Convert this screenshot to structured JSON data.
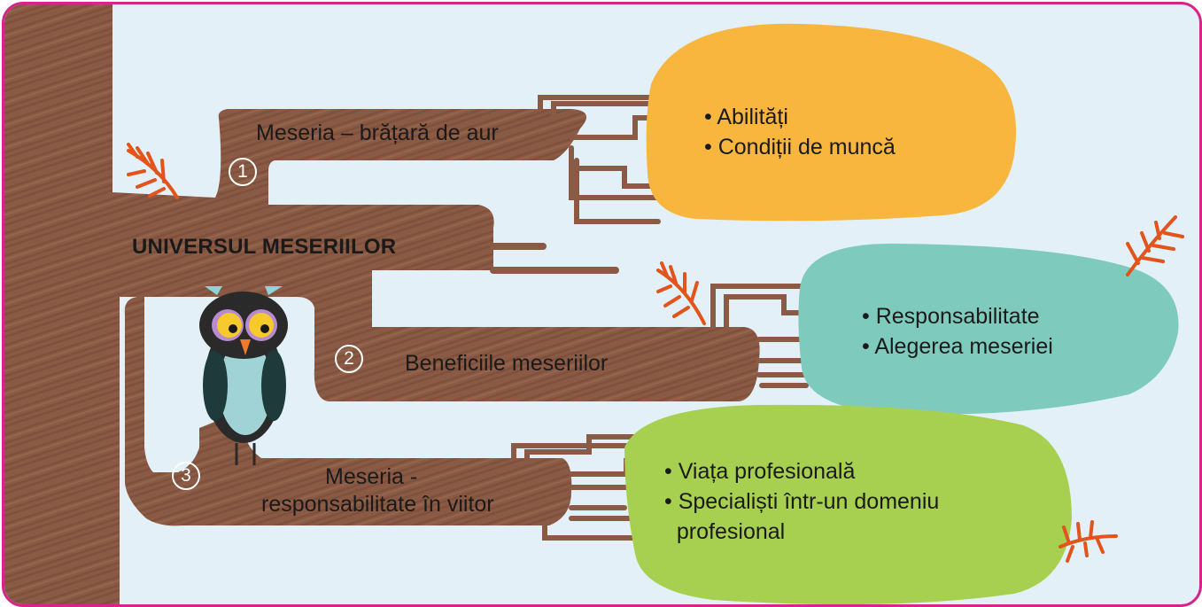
{
  "title": "UNIVERSUL MESERIILOR",
  "colors": {
    "frame": "#d6248a",
    "background": "#e3f0f7",
    "trunk": "#8a5a44",
    "bubble_orange": "#f8b63f",
    "bubble_teal": "#7ecbbd",
    "bubble_green": "#a7cf50",
    "leaf": "#e2541c"
  },
  "branches": [
    {
      "number": "1",
      "label": "Meseria – brățară de aur",
      "bullets": [
        "Abilități",
        "Condiții de muncă"
      ]
    },
    {
      "number": "2",
      "label": "Beneficiile meseriilor",
      "bullets": [
        "Responsabilitate",
        "Alegerea meseriei"
      ]
    },
    {
      "number": "3",
      "label_lines": [
        "Meseria -",
        "responsabilitate în viitor"
      ],
      "bullets": [
        "Viața profesională",
        "Specialiști într-un domeniu",
        "profesional"
      ]
    }
  ],
  "decorations": [
    "owl-illustration",
    "leaf-icon"
  ]
}
